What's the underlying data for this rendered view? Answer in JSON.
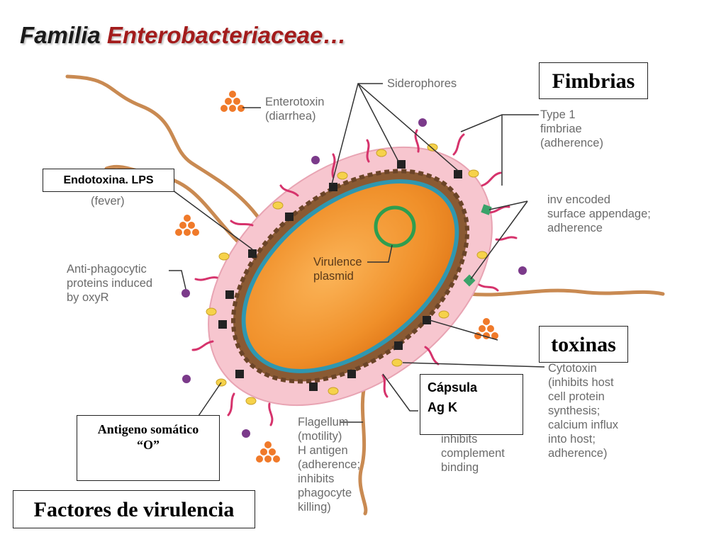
{
  "title": {
    "part1": "Familia",
    "part2": "Enterobacteriaceae…"
  },
  "colors": {
    "title_dark": "#1a1a1a",
    "title_red": "#a31c1c",
    "cytoplasm": "#f0902a",
    "capsule": "#f7c6cf",
    "cell_wall": "#8a5a33",
    "fimbriae": "#d6336c",
    "flagella": "#c98a52",
    "plasmid": "#2e9e4f",
    "label_gray": "#6b6b6b"
  },
  "labels": {
    "siderophores": "Siderophores",
    "enterotoxin": [
      "Enterotoxin",
      "(diarrhea)"
    ],
    "endotoxin_fever": "(fever)",
    "type1": [
      "Type 1",
      "fimbriae",
      "(adherence)"
    ],
    "inv": [
      "inv encoded",
      "surface appendage;",
      "adherence"
    ],
    "antiphago": [
      "Anti-phagocytic",
      "proteins induced",
      "by oxyR"
    ],
    "plasmid": [
      "Virulence",
      "plasmid"
    ],
    "cytotoxin": [
      "Cytotoxin",
      "(inhibits host",
      "cell protein",
      "synthesis;",
      "calcium influx",
      "into host;",
      "adherence)"
    ],
    "capsule_fn": [
      "inhibits",
      "complement",
      "binding"
    ],
    "flagellum": [
      "Flagellum",
      "(motility)",
      "H antigen",
      "(adherence;",
      "inhibits",
      "phagocyte",
      "killing)"
    ]
  },
  "boxes": {
    "fimbrias": "Fimbrias",
    "endotoxina": "Endotoxina. LPS",
    "toxinas": "toxinas",
    "capsula": [
      "Cápsula",
      "Ag K"
    ],
    "antigeno": [
      "Antigeno somático",
      "“O”"
    ],
    "factores": "Factores de virulencia"
  }
}
